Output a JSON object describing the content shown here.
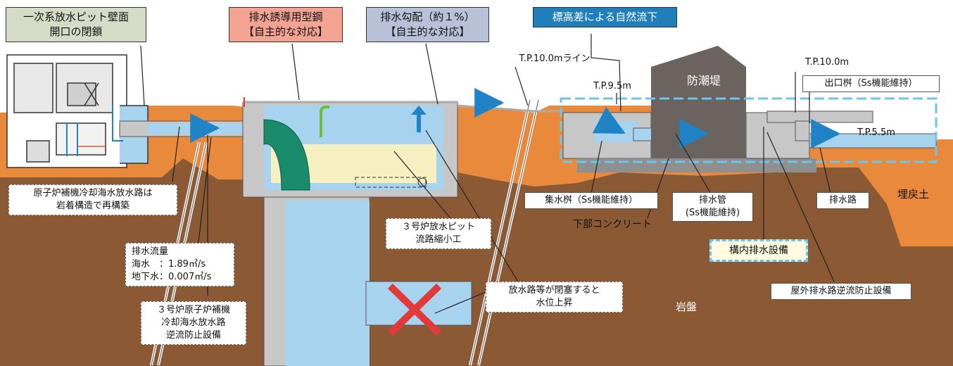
{
  "colors": {
    "fill": "#e8893b",
    "rock": "#8b5a35",
    "concrete": "#c7c7c7",
    "water": "#a8d3ee",
    "arrow": "#1f83c5",
    "cross": "#e23a3a",
    "seawall": "#6b6360",
    "highlight": "#1aa0d8",
    "pink": "#f2a392",
    "olive": "#d6dbc7",
    "lavender": "#b9c1d9",
    "blue_tag": "#1f7fb8"
  },
  "labels": {
    "primary_pit_wall": [
      "一次系放水ピット壁面",
      "開口の閉鎖"
    ],
    "steel_guide": [
      "排水誘導用型鋼",
      "【自主的な対応】"
    ],
    "drain_slope": [
      "排水勾配（約１%）",
      "【自主的な対応】"
    ],
    "natural_flow": "標高差による自然流下",
    "tp10_line": "T.P.10.0mライン",
    "tp95": "T.P.9.5m",
    "tp100": "T.P.10.0m",
    "tp55": "T.P.5.5m",
    "seawall": "防潮堤",
    "outlet_box": "出口桝（Ss機能維持）",
    "collect_box": "集水桝（Ss機能維持）",
    "drain_pipe": [
      "排水管",
      "(Ss機能維持)"
    ],
    "lower_concrete": "下部コンクリート",
    "drain_channel": "排水路",
    "backfill": "埋戻土",
    "yard_drain": "構内排水設備",
    "backflow_outdoor": "屋外排水路逆流防止設備",
    "bedrock": "岩盤",
    "reactor_outfall": [
      "原子炉補機冷却海水放水路は",
      "岩着構造で再構築"
    ],
    "drain_flow_title": "排水流量",
    "drain_flow_sea": "海水　：1.89㎥/s",
    "drain_flow_ground": "地下水：0.007㎥/s",
    "unit3_backflow": [
      "３号炉原子炉補機",
      "冷却海水放水路",
      "逆流防止設備"
    ],
    "unit3_pit_narrow": [
      "３号炉放水ピット",
      "流路縮小工"
    ],
    "blockage": [
      "放水路等が閉塞すると",
      "水位上昇"
    ]
  }
}
